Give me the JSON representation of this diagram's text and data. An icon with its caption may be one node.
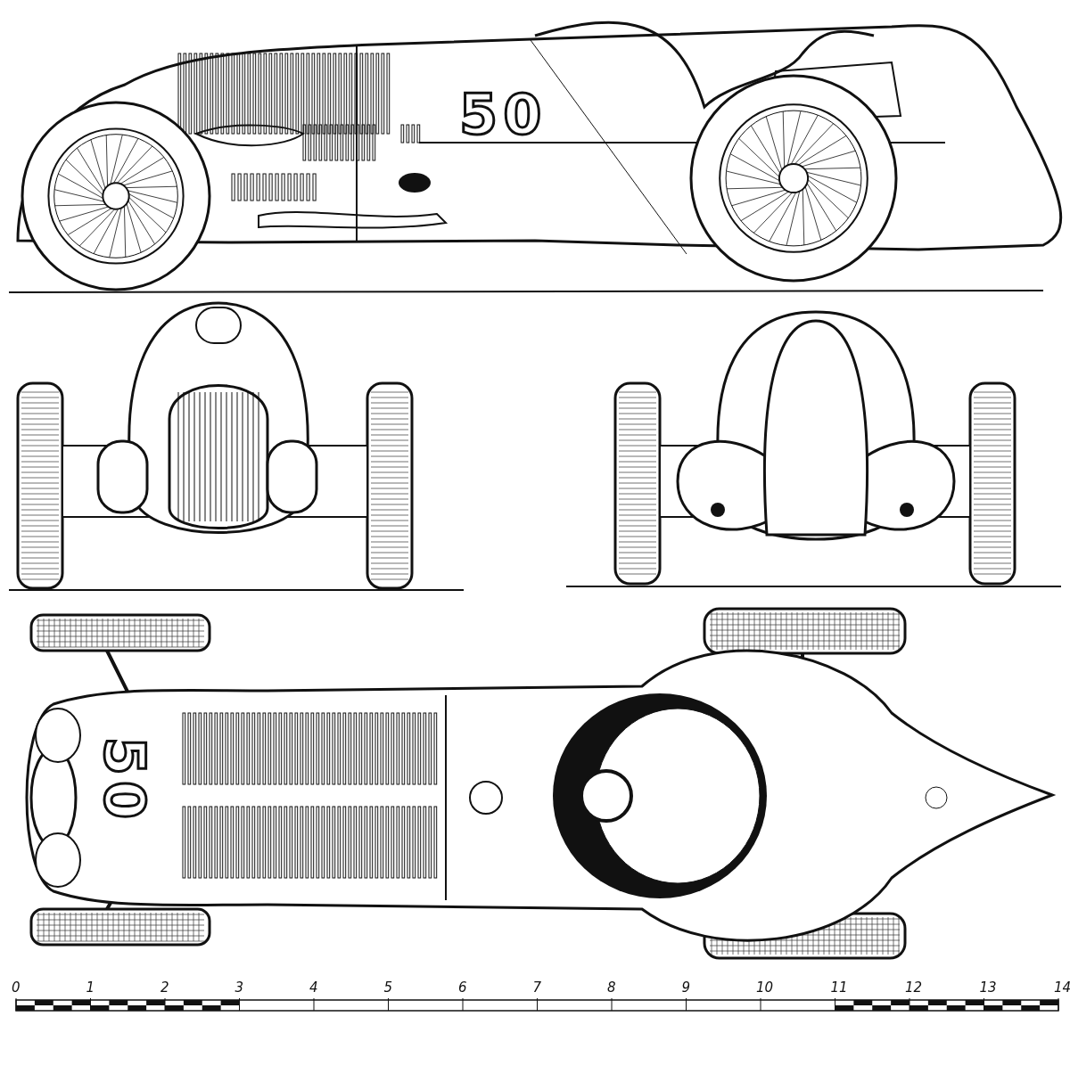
{
  "diagram": {
    "labels": [
      "50",
      "50",
      "0",
      "1",
      "2",
      "3",
      "4",
      "5",
      "6",
      "7",
      "8",
      "9",
      "10",
      "11",
      "12",
      "13",
      "14"
    ]
  }
}
